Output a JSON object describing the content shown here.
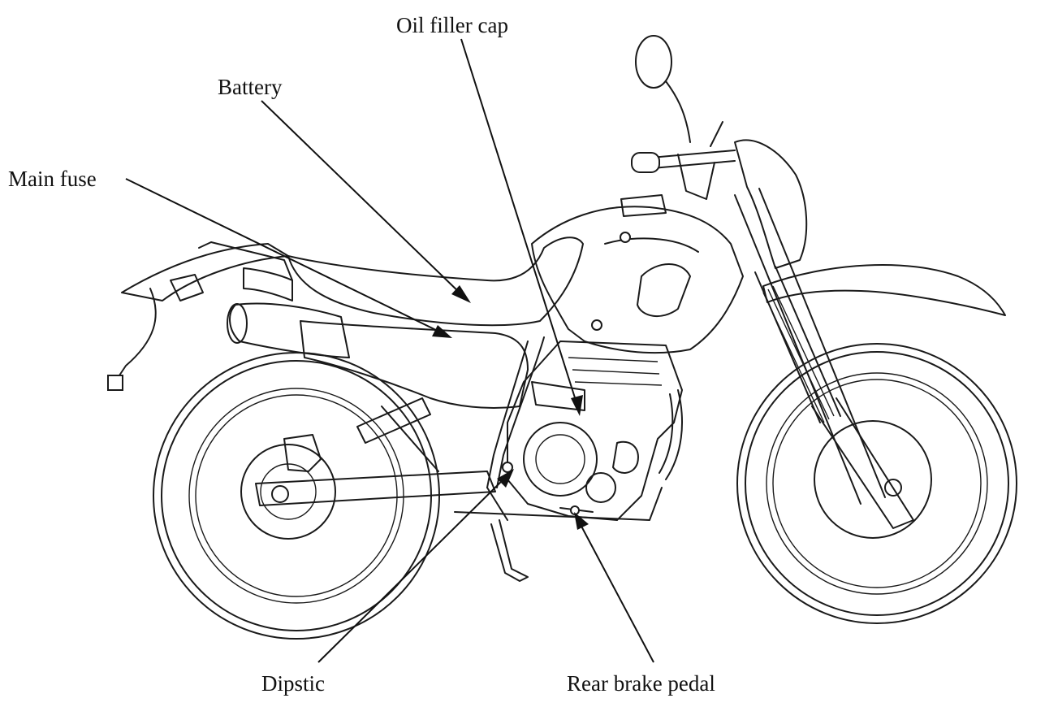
{
  "labels": {
    "oil_filler_cap": "Oil filler cap",
    "battery": "Battery",
    "main_fuse": "Main fuse",
    "dipstick": "Dipstic",
    "rear_brake_pedal": "Rear brake pedal"
  },
  "colors": {
    "line": "#1a1a1a",
    "background": "#ffffff"
  }
}
